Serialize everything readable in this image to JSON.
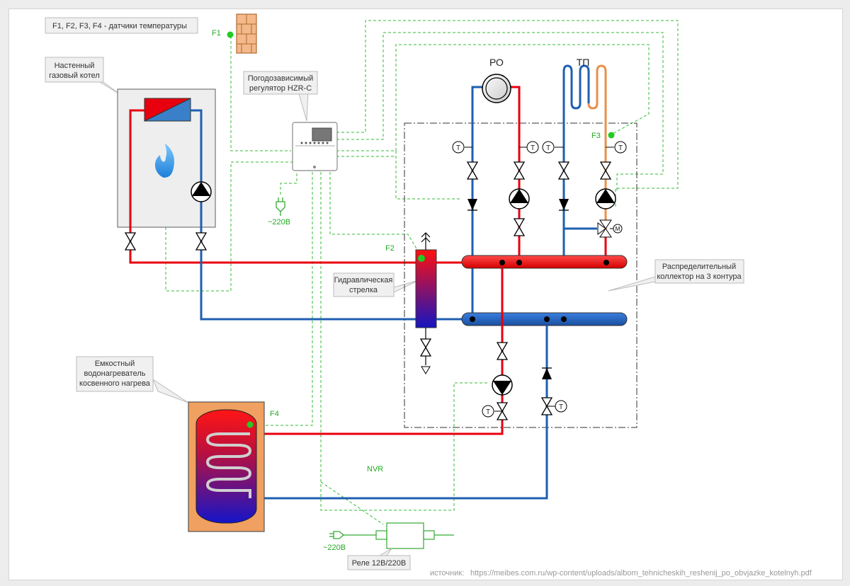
{
  "legend": "F1, F2, F3, F4 - датчики температуры",
  "sensors": {
    "f1": "F1",
    "f2": "F2",
    "f3": "F3",
    "f4": "F4"
  },
  "callouts": {
    "boiler_line1": "Настенный",
    "boiler_line2": "газовый котел",
    "regulator_line1": "Погодозависимый",
    "regulator_line2": "регулятор HZR-C",
    "hydro_line1": "Гидравлическая",
    "hydro_line2": "стрелка",
    "collector_line1": "Распределительный",
    "collector_line2": "коллектор на 3 контура",
    "tank_line1": "Емкостный",
    "tank_line2": "водонагреватель",
    "tank_line3": "косвенного нагрева",
    "relay": "Реле 12В/220В"
  },
  "circuits": {
    "radiator": "РО",
    "floor": "ТП"
  },
  "power": {
    "regulator": "~220В",
    "relay": "~220В"
  },
  "nvr": "NVR",
  "thermometer_symbol": "T",
  "source": {
    "prefix": "источник:",
    "url": "https://meibes.com.ru/wp-content/uploads/albom_tehnicheskih_reshenij_po_obvjazke_kotelnyh.pdf"
  },
  "colors": {
    "supply": "#e8000f",
    "return": "#1f5fb0",
    "signal": "#33bb33",
    "floor_pipe": "#e8904a",
    "brick": "#f3b98a",
    "tank": "#f0a060"
  }
}
